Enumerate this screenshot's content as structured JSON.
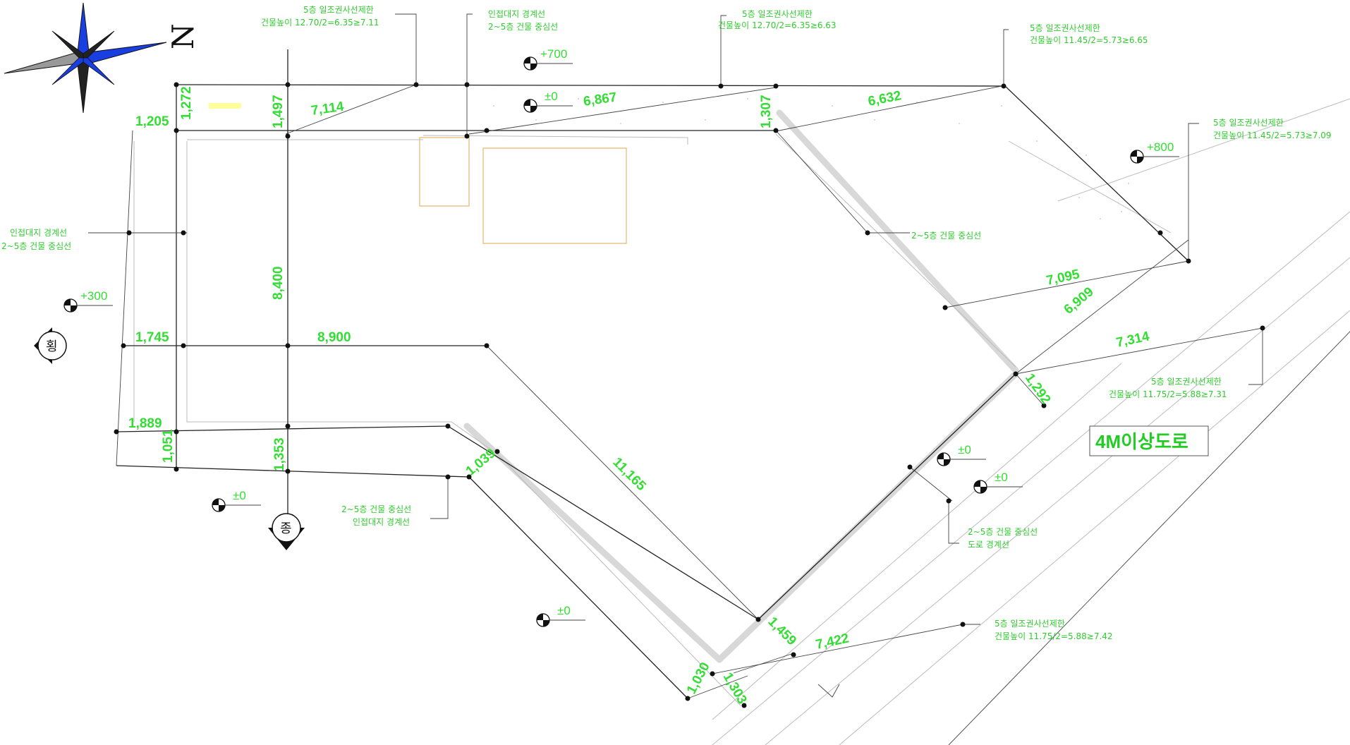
{
  "north_label": "N",
  "dimensions": {
    "d1205": "1,205",
    "d1272": "1,272",
    "d1497": "1,497",
    "d7114": "7,114",
    "d6867": "6,867",
    "d1307": "1,307",
    "d6632": "6,632",
    "d7095": "7,095",
    "d6909": "6,909",
    "d7314": "7,314",
    "d1292": "1,292",
    "d8400": "8,400",
    "d1745": "1,745",
    "d8900": "8,900",
    "d1889": "1,889",
    "d1051": "1,051",
    "d1353": "1,353",
    "d1039": "1,039",
    "d11165": "11,165",
    "d1459": "1,459",
    "d7422": "7,422",
    "d1030": "1,030",
    "d1303": "1,303"
  },
  "levels": {
    "l700": "+700",
    "l0a": "±0",
    "l800": "+800",
    "l300": "+300",
    "l0b": "±0",
    "l0c": "±0",
    "l0d": "±0",
    "l0e": "±0"
  },
  "notes": {
    "n1a": "5층 일조권사선제한",
    "n1b": "건물높이 12.70/2=6.35≥7.11",
    "n2a": "인접대지 경계선",
    "n2b": "2~5층 건물 중심선",
    "n3a": "5층 일조권사선제한",
    "n3b": "건물높이 12.70/2=6.35≥6.63",
    "n4a": "5층 일조권사선제한",
    "n4b": "건물높이 11.45/2=5.73≥6.65",
    "n5a": "5층 일조권사선제한",
    "n5b": "건물높이 11.45/2=5.73≥7.09",
    "n6": "2~5층 건물 중심선",
    "n7a": "인접대지 경계선",
    "n7b": "2~5층 건물 중심선",
    "n8a": "5층 일조권사선제한",
    "n8b": "건물높이 11.75/2=5.88≥7.31",
    "n9a": "2~5층 건물 중심선",
    "n9b": "인접대지 경계선",
    "n10a": "2~5층 건물 중심선",
    "n10b": "도로 경계선",
    "n11a": "5층 일조권사선제한",
    "n11b": "건물높이 11.75/2=5.88≥7.42"
  },
  "road_label": "4M이상도로",
  "section_marks": {
    "west": "횡",
    "south": "종"
  },
  "colors": {
    "dimension": "#33dd33",
    "compass_blue": "#1a3fe0",
    "compass_dark": "#222222"
  }
}
